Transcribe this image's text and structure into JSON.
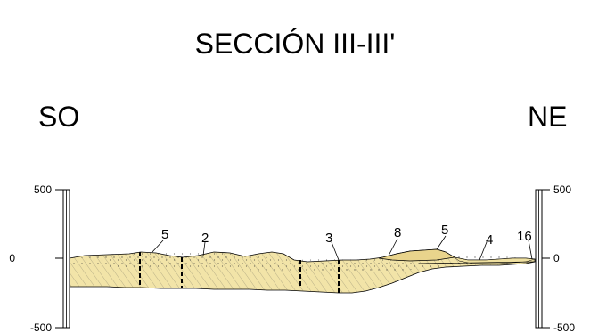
{
  "title": "SECCIÓN III-III'",
  "orientation": {
    "left": "SO",
    "right": "NE"
  },
  "scale": {
    "left_ticks": [
      "500",
      "0",
      "-500"
    ],
    "right_ticks": [
      "500",
      "0",
      "-500"
    ]
  },
  "unit_labels": [
    {
      "id": "unit-5-a",
      "text": "5"
    },
    {
      "id": "unit-2",
      "text": "2"
    },
    {
      "id": "unit-3",
      "text": "3"
    },
    {
      "id": "unit-8",
      "text": "8"
    },
    {
      "id": "unit-5-b",
      "text": "5"
    },
    {
      "id": "unit-4",
      "text": "4"
    },
    {
      "id": "unit-16",
      "text": "16"
    }
  ],
  "colors": {
    "sediment": "#f2e4a8",
    "sediment_dark": "#e9d48c",
    "line": "#000000"
  }
}
